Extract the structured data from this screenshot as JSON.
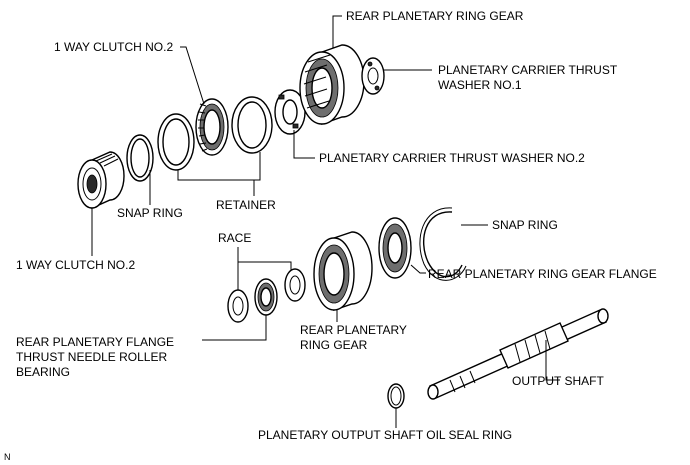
{
  "labels": {
    "rear_planetary_ring_gear_top": "REAR PLANETARY RING GEAR",
    "one_way_clutch_no2_top": "1 WAY CLUTCH NO.2",
    "carrier_thrust_washer_no1_l1": "PLANETARY CARRIER THRUST",
    "carrier_thrust_washer_no1_l2": "WASHER NO.1",
    "carrier_thrust_washer_no2": "PLANETARY CARRIER THRUST WASHER NO.2",
    "snap_ring_left": "SNAP RING",
    "retainer": "RETAINER",
    "one_way_clutch_no2_bottom": "1 WAY CLUTCH NO.2",
    "race": "RACE",
    "snap_ring_right": "SNAP RING",
    "ring_gear_flange": "REAR PLANETARY RING GEAR FLANGE",
    "flange_bearing_l1": "REAR PLANETARY FLANGE",
    "flange_bearing_l2": "THRUST NEEDLE ROLLER",
    "flange_bearing_l3": "BEARING",
    "rear_planetary_ring_gear_l1": "REAR PLANETARY",
    "rear_planetary_ring_gear_l2": "RING GEAR",
    "output_shaft": "OUTPUT SHAFT",
    "oil_seal_ring": "PLANETARY OUTPUT SHAFT OIL SEAL RING",
    "corner_mark": "N"
  }
}
